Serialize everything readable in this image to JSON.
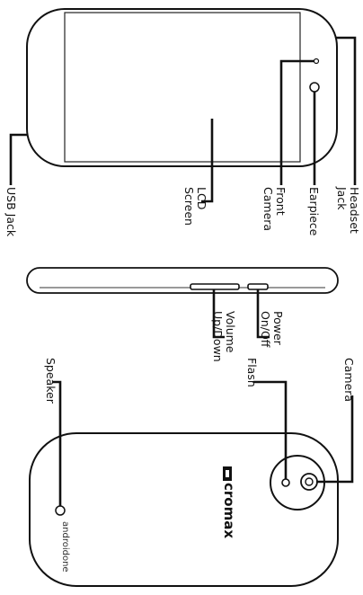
{
  "labels": {
    "headset_jack": [
      "Headset",
      "Jack"
    ],
    "earpiece": [
      "Earpiece"
    ],
    "front_camera": [
      "Front",
      "Camera"
    ],
    "lcd_screen": [
      "LCD",
      "Screen"
    ],
    "usb_jack": [
      "USB Jack"
    ],
    "power": [
      "Power",
      "On/Off"
    ],
    "volume": [
      "Volume",
      "Up/Down"
    ],
    "camera": [
      "Camera"
    ],
    "flash": [
      "Flash"
    ],
    "speaker": [
      "Speaker"
    ]
  },
  "branding": {
    "logo": "cromax",
    "android_one": "androidone"
  }
}
